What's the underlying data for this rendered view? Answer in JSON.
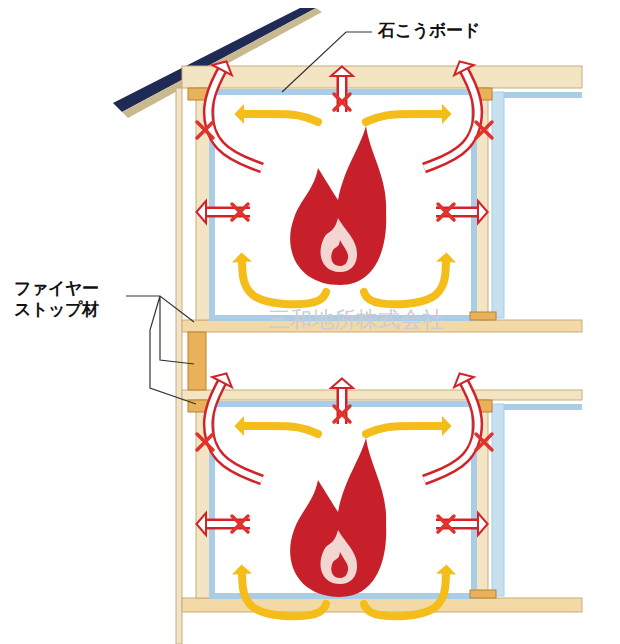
{
  "diagram": {
    "labels": [
      "石こうボード",
      "ファイヤー ストップ材",
      "三和地所株式会社"
    ]
  }
}
